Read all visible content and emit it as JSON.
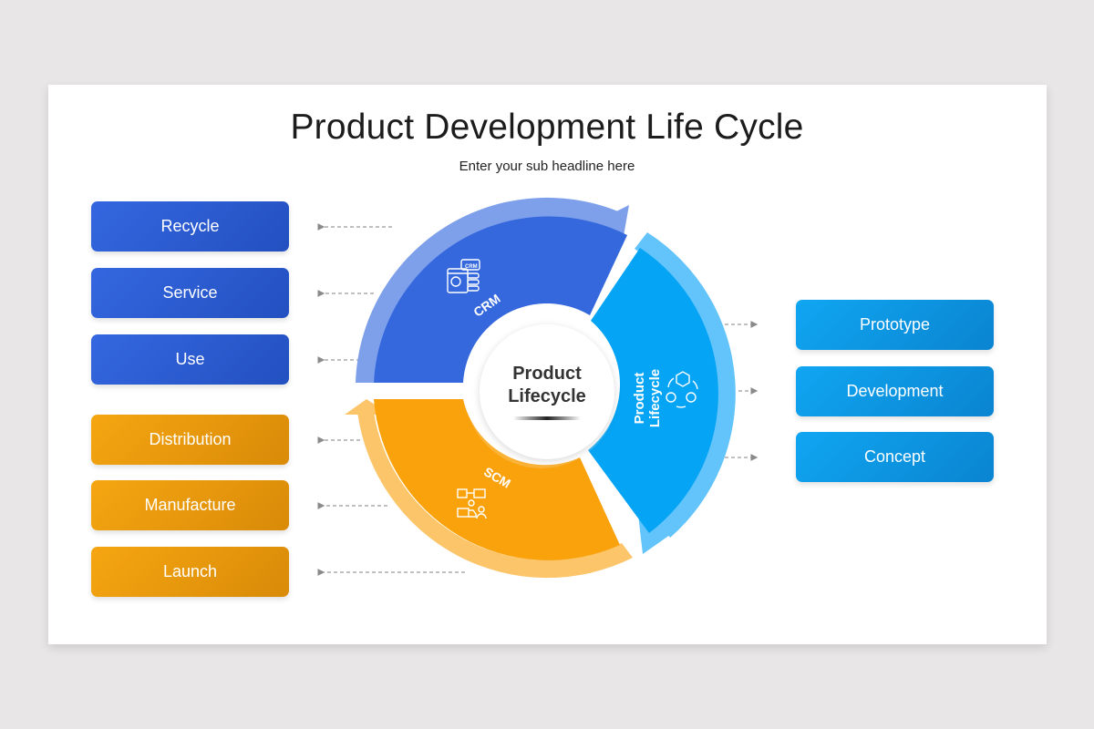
{
  "title": "Product Development Life Cycle",
  "subtitle": "Enter your sub headline here",
  "center": {
    "line1": "Product",
    "line2": "Lifecycle"
  },
  "segments": {
    "crm": {
      "label": "CRM",
      "icon": "crm-dashboard-icon",
      "color": "#3468dc",
      "arrow_color": "#7ea0eb"
    },
    "product_lifecycle": {
      "label": "Product Lifecycle",
      "icon": "product-cycle-icon",
      "color": "#06a4f5",
      "arrow_color": "#62c4fb"
    },
    "scm": {
      "label": "SCM",
      "icon": "supply-chain-icon",
      "color": "#f9a20c",
      "arrow_color": "#fcc56a"
    }
  },
  "left_blue": [
    {
      "label": "Recycle"
    },
    {
      "label": "Service"
    },
    {
      "label": "Use"
    }
  ],
  "left_orange": [
    {
      "label": "Distribution"
    },
    {
      "label": "Manufacture"
    },
    {
      "label": "Launch"
    }
  ],
  "right_sky": [
    {
      "label": "Prototype"
    },
    {
      "label": "Development"
    },
    {
      "label": "Concept"
    }
  ],
  "colors": {
    "background": "#e8e6e7",
    "slide": "#ffffff",
    "blue": "#2f5fd6",
    "orange": "#eb9a0c",
    "sky": "#0d98e4"
  }
}
